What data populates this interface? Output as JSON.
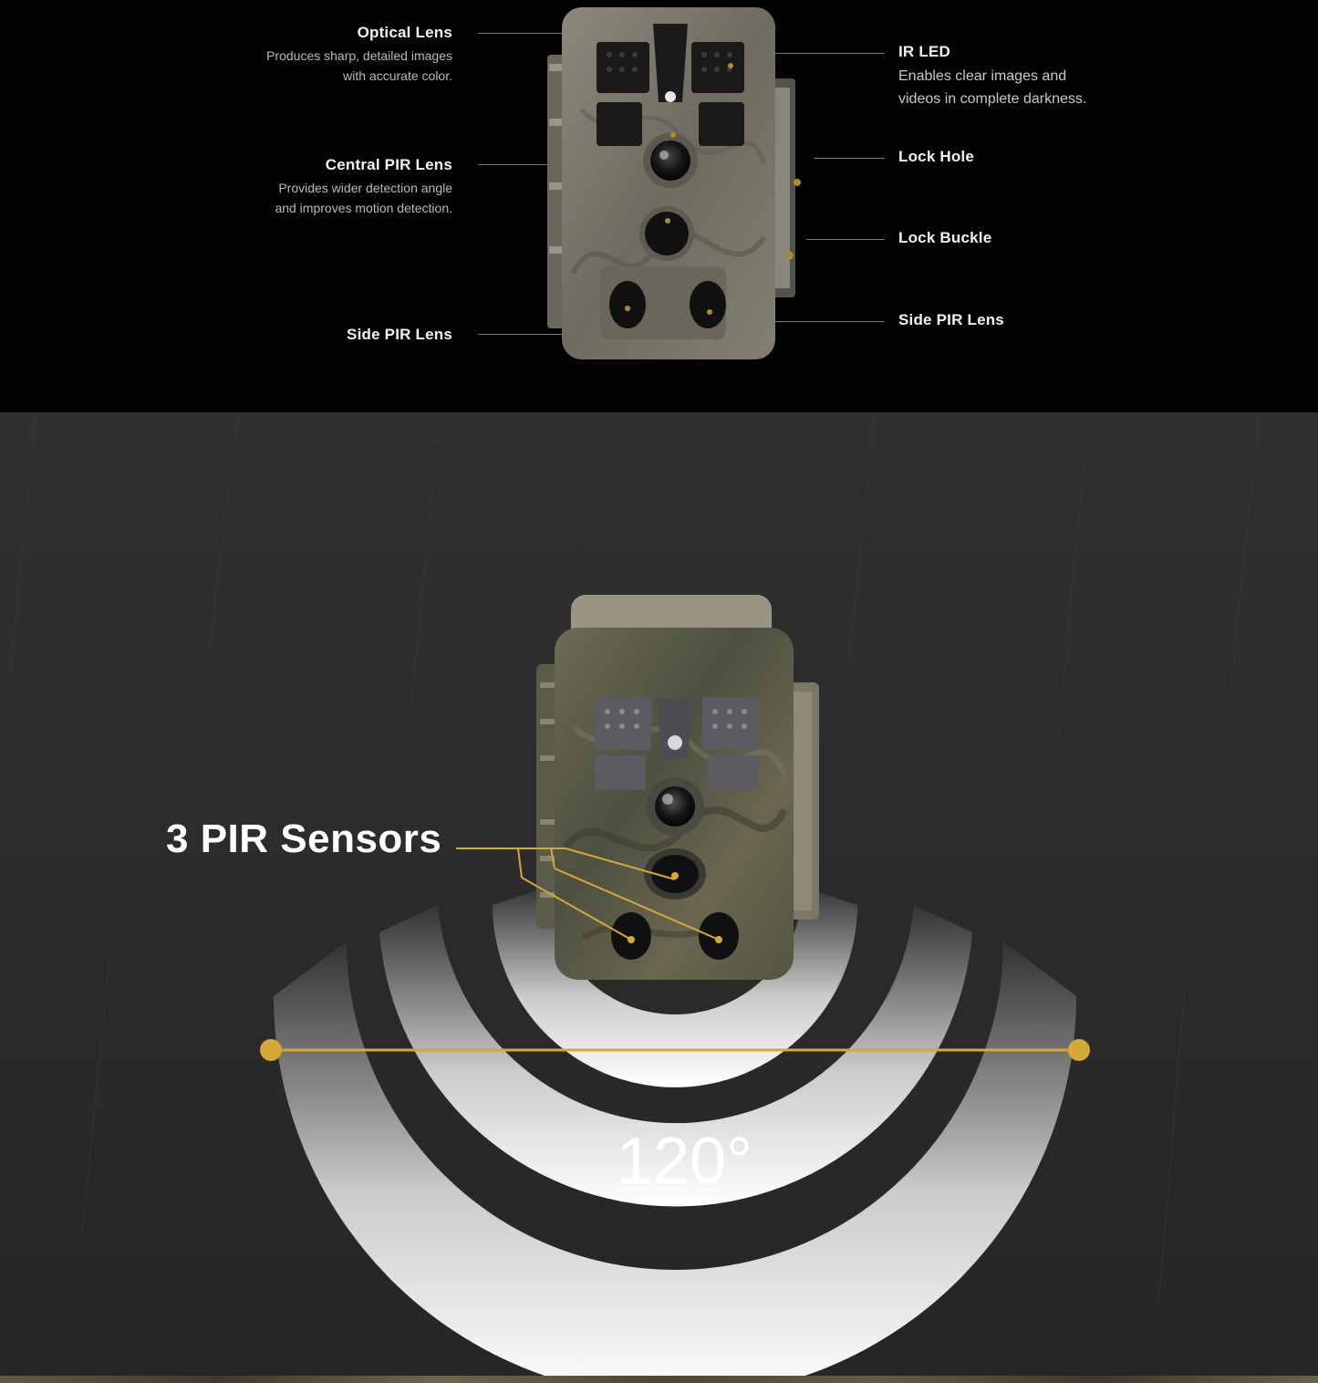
{
  "features": {
    "optical_lens": {
      "title": "Optical Lens",
      "desc_line1": "Produces sharp, detailed images",
      "desc_line2": "with accurate color."
    },
    "central_pir": {
      "title": "Central PIR Lens",
      "desc_line1": "Provides wider detection angle",
      "desc_line2": "and improves motion detection."
    },
    "side_pir_left": {
      "title": "Side PIR Lens"
    },
    "ir_led": {
      "title": "IR LED",
      "desc_line1": "Enables clear images and",
      "desc_line2": "videos in complete darkness."
    },
    "lock_hole": {
      "title": "Lock Hole"
    },
    "lock_buckle": {
      "title": "Lock Buckle"
    },
    "side_pir_right": {
      "title": "Side PIR Lens"
    }
  },
  "sensors": {
    "label": "3 PIR Sensors",
    "angle": "120°"
  },
  "colors": {
    "accent_gold": "#d4a93a",
    "top_bg": "#030303",
    "bottom_bg": "#2b2b2b"
  }
}
